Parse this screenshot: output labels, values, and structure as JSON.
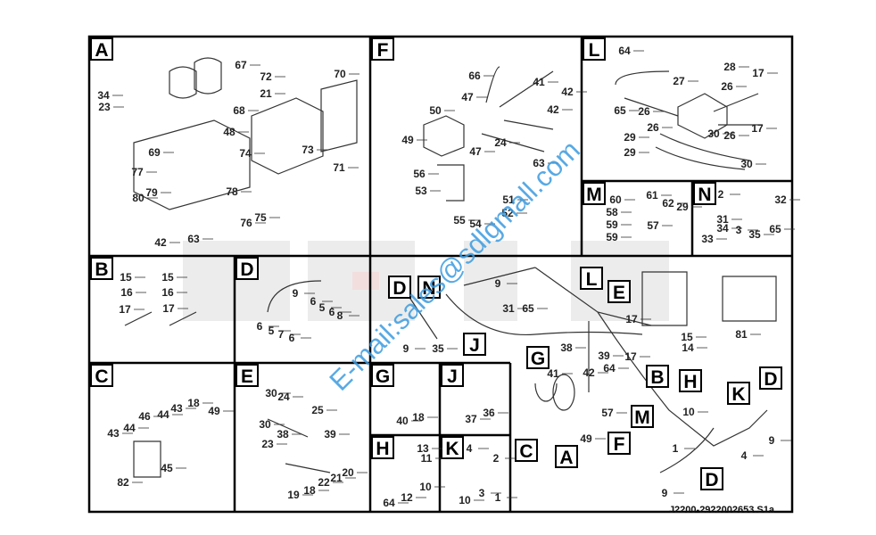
{
  "panels": {
    "A": {
      "letter": "A",
      "callouts": [
        "67",
        "72",
        "70",
        "21",
        "68",
        "34",
        "23",
        "48",
        "69",
        "73",
        "74",
        "71",
        "77",
        "80",
        "79",
        "78",
        "76",
        "75",
        "42",
        "63"
      ]
    },
    "F": {
      "letter": "F",
      "callouts": [
        "66",
        "41",
        "42",
        "47",
        "50",
        "42",
        "49",
        "47",
        "24",
        "63",
        "56",
        "53",
        "51",
        "52",
        "55",
        "54"
      ]
    },
    "L": {
      "letter": "L",
      "callouts": [
        "64",
        "28",
        "27",
        "17",
        "26",
        "65",
        "26",
        "26",
        "29",
        "30",
        "26",
        "17",
        "29",
        "30"
      ]
    },
    "M": {
      "letter": "M",
      "callouts": [
        "60",
        "61",
        "62",
        "29",
        "58",
        "57",
        "59",
        "59"
      ]
    },
    "N": {
      "letter": "N",
      "callouts": [
        "2",
        "32",
        "31",
        "34",
        "3",
        "35",
        "65",
        "33"
      ]
    },
    "B": {
      "letter": "B",
      "callouts": [
        "15",
        "15",
        "16",
        "16",
        "17",
        "17"
      ]
    },
    "D": {
      "letter": "D",
      "callouts": [
        "9",
        "6",
        "5",
        "6",
        "8",
        "6",
        "5",
        "7",
        "6"
      ]
    },
    "C": {
      "letter": "C",
      "callouts": [
        "46",
        "43",
        "18",
        "49",
        "44",
        "43",
        "44",
        "45",
        "82"
      ]
    },
    "E": {
      "letter": "E",
      "callouts": [
        "30",
        "24",
        "25",
        "30",
        "38",
        "39",
        "23",
        "20",
        "21",
        "22",
        "18",
        "19"
      ]
    },
    "G": {
      "letter": "G",
      "callouts": [
        "40",
        "18"
      ]
    },
    "J": {
      "letter": "J",
      "callouts": [
        "37",
        "36"
      ]
    },
    "H": {
      "letter": "H",
      "callouts": [
        "13",
        "11",
        "10",
        "12",
        "64"
      ]
    },
    "K": {
      "letter": "K",
      "callouts": [
        "4",
        "2",
        "3",
        "10",
        "1"
      ]
    }
  },
  "main": {
    "callouts": [
      "9",
      "31",
      "65",
      "9",
      "35",
      "17",
      "38",
      "39",
      "17",
      "15",
      "14",
      "41",
      "42",
      "64",
      "81",
      "10",
      "57",
      "49",
      "1",
      "4",
      "9",
      "9"
    ],
    "tags": [
      "D",
      "N",
      "L",
      "E",
      "J",
      "G",
      "B",
      "H",
      "K",
      "D",
      "M",
      "C",
      "A",
      "F",
      "D"
    ]
  },
  "footer": {
    "drawing_number": "J2200-2922002653.S1a"
  },
  "watermark": {
    "text": "E-mail:sales@sdlgmall.com"
  },
  "colors": {
    "line": "#111111",
    "watermark": "#3b9be0",
    "logo_bg": "#e6e6e6"
  }
}
